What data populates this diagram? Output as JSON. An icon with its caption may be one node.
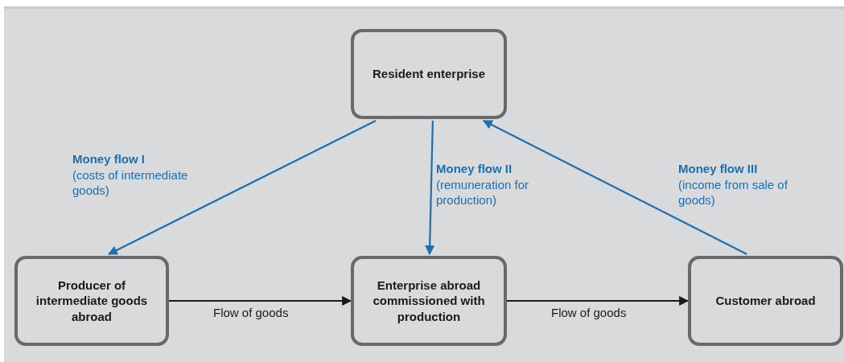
{
  "diagram": {
    "nodes": [
      {
        "text": [
          "Resident enterprise"
        ]
      },
      {
        "text": [
          "Producer of intermediate goods abroad"
        ]
      },
      {
        "text": [
          "Enterprise abroad commissioned with production"
        ]
      },
      {
        "text": [
          "Customer abroad"
        ]
      }
    ],
    "edges": [
      {
        "from": 0,
        "to": 1,
        "arrow": "to",
        "color": "#1d6fb0",
        "label": "**Money flow I** (costs of intermediate goods)"
      },
      {
        "from": 0,
        "to": 2,
        "arrow": "to",
        "color": "#1d6fb0",
        "label": "**Money flow II** (remuneration for production)"
      },
      {
        "from": 3,
        "to": 0,
        "arrow": "to",
        "color": "#1d6fb0",
        "label": "**Money flow III** (income from sale of goods)"
      },
      {
        "from": 1,
        "to": 2,
        "arrow": "to",
        "color": "#1a1a1a",
        "label": "Flow of goods"
      },
      {
        "from": 2,
        "to": 3,
        "arrow": "to",
        "color": "#1a1a1a",
        "label": "Flow of goods"
      }
    ]
  }
}
